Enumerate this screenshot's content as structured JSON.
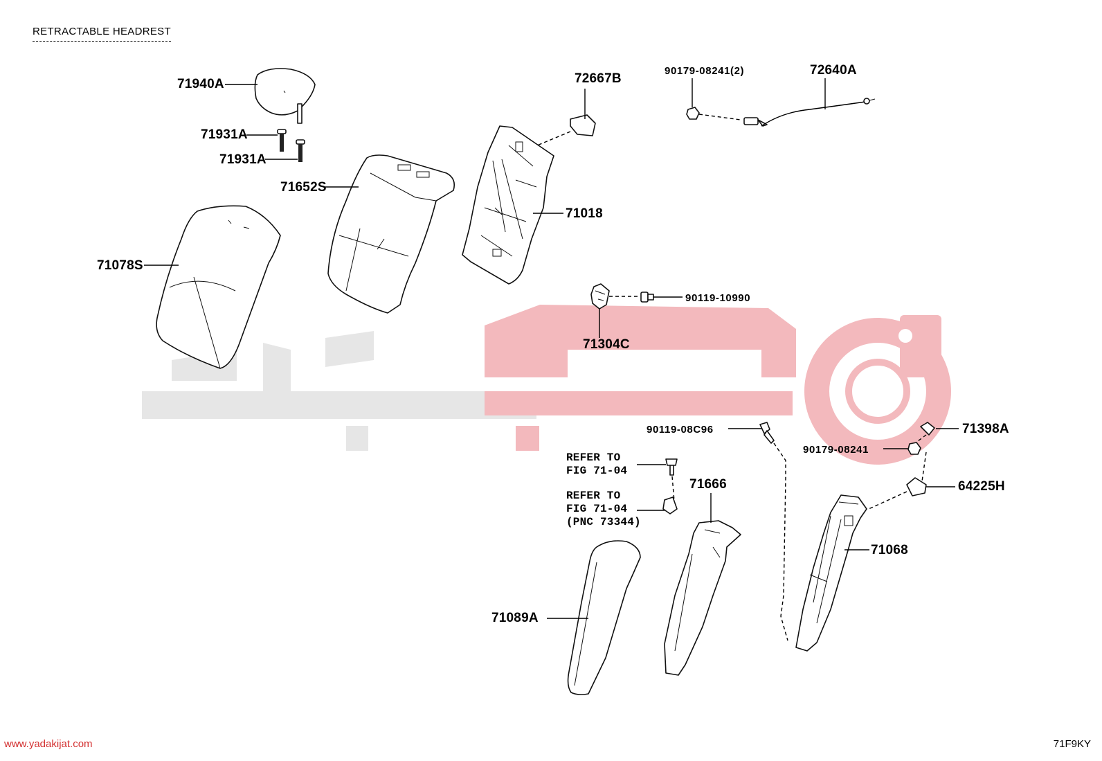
{
  "diagram": {
    "title": "RETRACTABLE HEADREST",
    "code": "71F9KY",
    "site_url": "www.yadakijat.com"
  },
  "parts": [
    {
      "id": "71940A",
      "label": "71940A"
    },
    {
      "id": "71931A-1",
      "label": "71931A"
    },
    {
      "id": "71931A-2",
      "label": "71931A"
    },
    {
      "id": "71652S",
      "label": "71652S"
    },
    {
      "id": "71078S",
      "label": "71078S"
    },
    {
      "id": "72667B",
      "label": "72667B"
    },
    {
      "id": "71018",
      "label": "71018"
    },
    {
      "id": "90179-08241-2",
      "label": "90179-08241(2)"
    },
    {
      "id": "72640A",
      "label": "72640A"
    },
    {
      "id": "90119-10990",
      "label": "90119-10990"
    },
    {
      "id": "71304C",
      "label": "71304C"
    },
    {
      "id": "90119-08C96",
      "label": "90119-08C96"
    },
    {
      "id": "71398A",
      "label": "71398A"
    },
    {
      "id": "90179-08241",
      "label": "90179-08241"
    },
    {
      "id": "64225H",
      "label": "64225H"
    },
    {
      "id": "71068",
      "label": "71068"
    },
    {
      "id": "71666",
      "label": "71666"
    },
    {
      "id": "71089A",
      "label": "71089A"
    }
  ],
  "references": [
    {
      "line1": "REFER TO",
      "line2": "FIG 71-04",
      "line3": ""
    },
    {
      "line1": "REFER TO",
      "line2": "FIG 71-04",
      "line3": "(PNC 73344)"
    }
  ],
  "colors": {
    "watermark_gray": "#e6e6e6",
    "watermark_red": "#f3b9bd",
    "url_red": "#d32f2f"
  }
}
